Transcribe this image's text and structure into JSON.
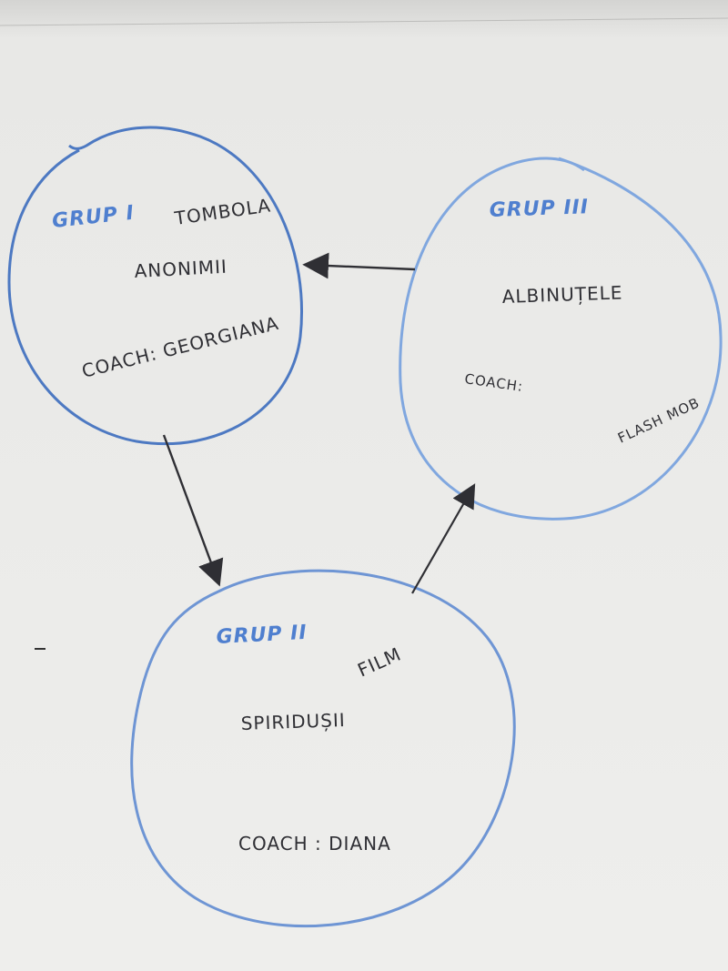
{
  "groups": [
    {
      "title": "GRUP I",
      "activity": "TOMBOLA",
      "team": "ANONIMII",
      "coach": "COACH: GEORGIANA"
    },
    {
      "title": "GRUP II",
      "activity": "FILM",
      "team": "SPIRIDUȘII",
      "coach": "COACH : DIANA"
    },
    {
      "title": "GRUP III",
      "activity": "FLASH MOB",
      "team": "ALBINUȚELE",
      "coach": "COACH:"
    }
  ],
  "colors": {
    "paper": "#eeeeec",
    "circle_stroke_1": "#4d79c2",
    "circle_stroke_2": "#6e95d4",
    "circle_stroke_3": "#80a7df",
    "ink": "#2f2f34"
  }
}
